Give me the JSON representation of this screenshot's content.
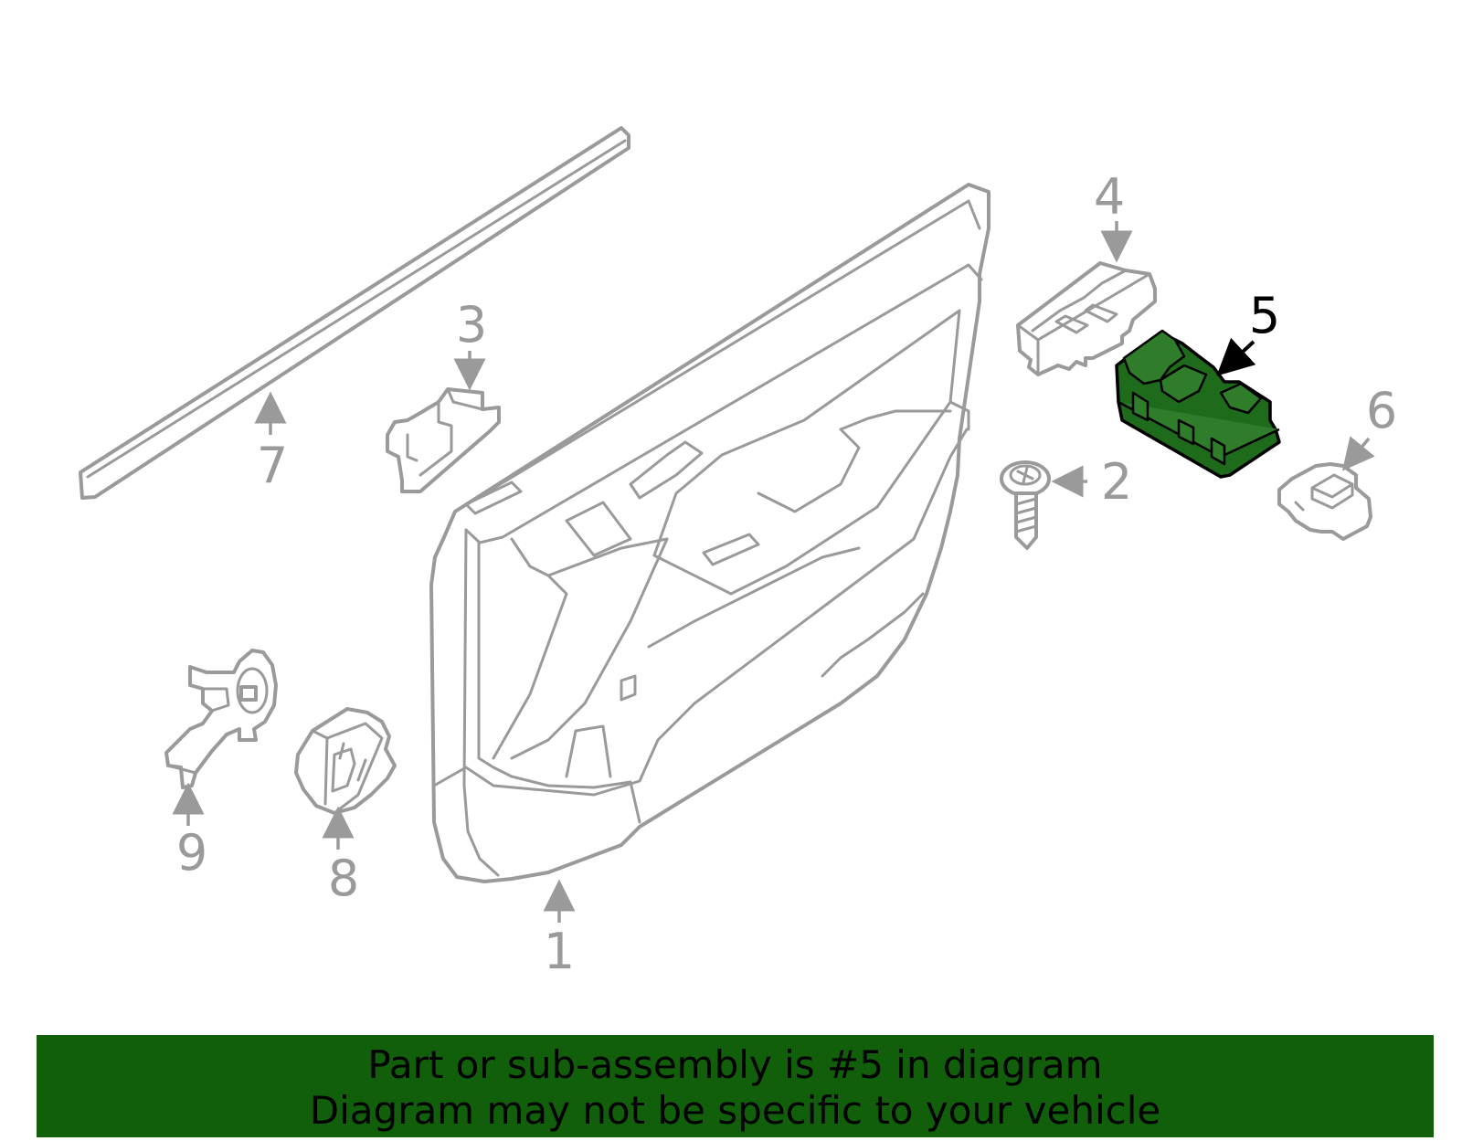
{
  "callouts": {
    "c1": "1",
    "c2": "2",
    "c3": "3",
    "c4": "4",
    "c5": "5",
    "c6": "6",
    "c7": "7",
    "c8": "8",
    "c9": "9"
  },
  "highlighted_part": "5",
  "colors": {
    "line": "#9a9a9a",
    "highlight_fill": "#1e6b1c",
    "banner": "#115e0b"
  },
  "banner": {
    "line1": "Part or sub-assembly is #5 in diagram",
    "line2": "Diagram may not be specific to your vehicle"
  }
}
